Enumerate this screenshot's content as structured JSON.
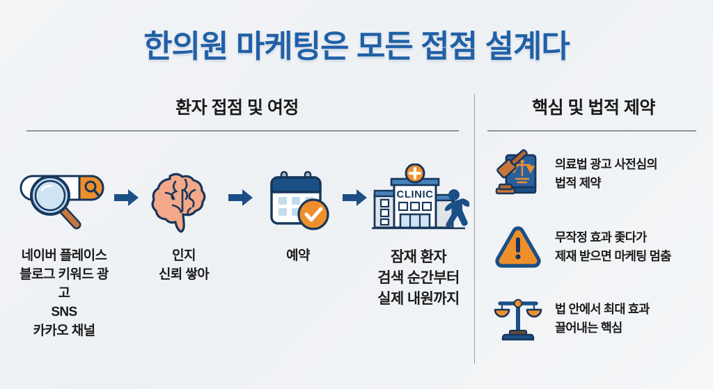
{
  "title": "한의원 마케팅은 모든 접점 설계다",
  "colors": {
    "title_blue": "#2160a6",
    "navy": "#1b4f86",
    "deep_navy": "#16365c",
    "orange": "#ef8f2b",
    "brain_peach": "#f3a889",
    "light_blue": "#c3dcee",
    "rule_gray": "#8e9398",
    "background": "#f1f3f5"
  },
  "left": {
    "heading": "환자 접점 및 여정",
    "steps": [
      {
        "icon": "search-bar-magnifier-icon",
        "label": "네이버 플레이스\n블로그 키워드 광고\nSNS\n카카오 채널"
      },
      {
        "icon": "brain-icon",
        "label": "인지\n신뢰 쌓아"
      },
      {
        "icon": "calendar-check-icon",
        "label": "예약"
      },
      {
        "icon": "clinic-building-icon",
        "label": "잠재 환자\n검색 순간부터\n실제 내원까지"
      }
    ],
    "arrow_icon": "arrow-right-icon"
  },
  "right": {
    "heading": "핵심 및 법적 제약",
    "points": [
      {
        "icon": "law-book-gavel-icon",
        "text": "의료법 광고 사전심의\n법적 제약"
      },
      {
        "icon": "warning-triangle-icon",
        "text": "무작정 효과 좇다가\n제재 받으면 마케팅 멈춤"
      },
      {
        "icon": "scales-of-justice-icon",
        "text": "법 안에서 최대 효과\n끌어내는 핵심"
      }
    ]
  }
}
